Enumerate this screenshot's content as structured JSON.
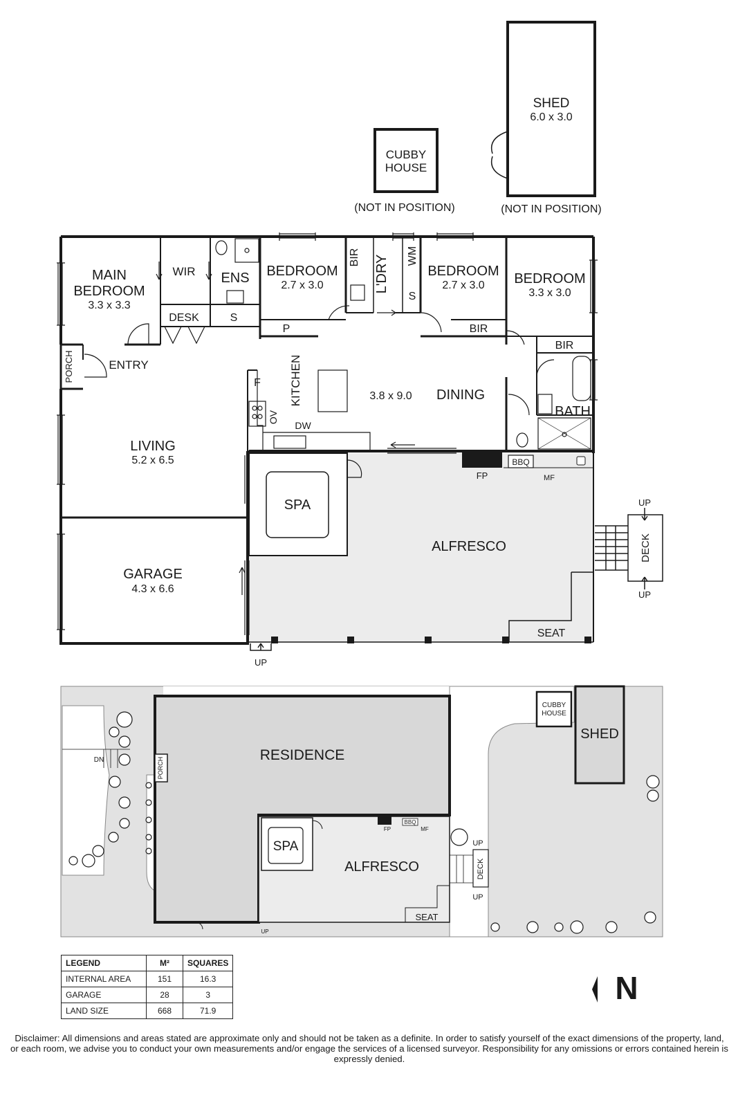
{
  "outbuildings": {
    "shed": {
      "name": "SHED",
      "size": "6.0 x 3.0",
      "note": "(NOT IN POSITION)"
    },
    "cubby": {
      "name_1": "CUBBY",
      "name_2": "HOUSE",
      "note": "(NOT IN POSITION)"
    }
  },
  "rooms": {
    "main_bedroom": {
      "name_1": "MAIN",
      "name_2": "BEDROOM",
      "size": "3.3 x 3.3"
    },
    "wir": "WIR",
    "ens": "ENS",
    "desk": "DESK",
    "s1": "S",
    "bedroom2": {
      "name": "BEDROOM",
      "size": "2.7 x 3.0"
    },
    "p": "P",
    "bir1": "BIR",
    "laundry": "L'DRY",
    "wm": "WM",
    "s2": "S",
    "bedroom3": {
      "name": "BEDROOM",
      "size": "2.7 x 3.0"
    },
    "bir2": "BIR",
    "bedroom4": {
      "name": "BEDROOM",
      "size": "3.3 x 3.0"
    },
    "bir3": "BIR",
    "porch": "PORCH",
    "entry": "ENTRY",
    "kitchen": "KITCHEN",
    "f": "F",
    "ov": "OV",
    "dw": "DW",
    "kitchen_dining_size": "3.8 x 9.0",
    "dining": "DINING",
    "bath": "BATH",
    "living": {
      "name": "LIVING",
      "size": "5.2 x 6.5"
    },
    "garage": {
      "name": "GARAGE",
      "size": "4.3 x 6.6"
    },
    "spa": "SPA",
    "alfresco": "ALFRESCO",
    "fp": "FP",
    "bbq": "BBQ",
    "mf": "MF",
    "seat": "SEAT",
    "deck": "DECK",
    "up_top": "UP",
    "up_bottom": "UP",
    "up_alfresco": "UP"
  },
  "site": {
    "residence": "RESIDENCE",
    "alfresco": "ALFRESCO",
    "spa": "SPA",
    "shed": "SHED",
    "cubby_1": "CUBBY",
    "cubby_2": "HOUSE",
    "porch": "PORCH",
    "fp": "FP",
    "bbq": "BBQ",
    "mf": "MF",
    "seat": "SEAT",
    "deck": "DECK",
    "up_1": "UP",
    "up_2": "UP",
    "up_3": "UP",
    "dn": "DN"
  },
  "legend": {
    "headers": [
      "LEGEND",
      "M²",
      "SQUARES"
    ],
    "rows": [
      {
        "label": "INTERNAL AREA",
        "m2": "151",
        "squares": "16.3"
      },
      {
        "label": "GARAGE",
        "m2": "28",
        "squares": "3"
      },
      {
        "label": "LAND SIZE",
        "m2": "668",
        "squares": "71.9"
      }
    ]
  },
  "compass": {
    "letter": "N"
  },
  "disclaimer": "Disclaimer: All dimensions and areas stated are approximate only and should not be taken as a definite. In order to satisfy yourself of the exact dimensions of the property, land, or each room, we advise you to conduct your own measurements and/or engage the services of a licensed surveyor. Responsibility for any omissions or errors contained herein is expressly denied.",
  "colors": {
    "wall": "#1a1a1a",
    "outdoor_fill": "#ececec",
    "yard_fill": "#e2e2e2",
    "border": "#888888"
  }
}
